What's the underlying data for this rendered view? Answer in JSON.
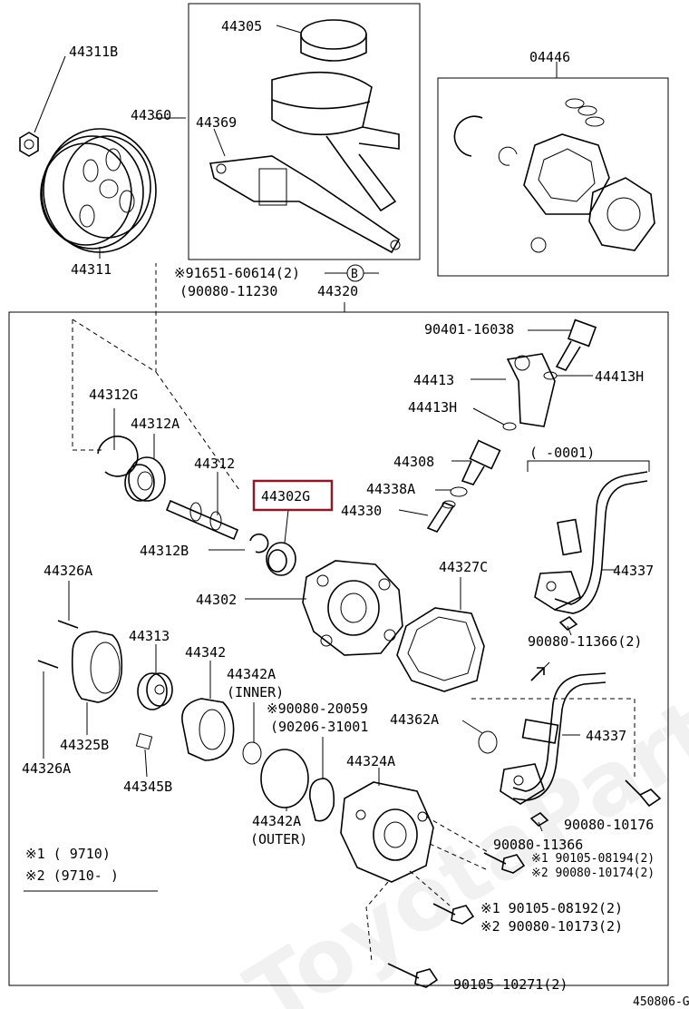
{
  "labels": {
    "p44311B": "44311B",
    "p44360": "44360",
    "p44311": "44311",
    "p44305": "44305",
    "p44369": "44369",
    "p04446": "04446",
    "ref91651": "※91651-60614(2)",
    "circleB": "B",
    "ref90080_11230": "(90080-11230",
    "p44320": "44320",
    "ref90401": "90401-16038",
    "p44413": "44413",
    "p44413H_a": "44413H",
    "p44413H_b": "44413H",
    "p44312G": "44312G",
    "p44312A": "44312A",
    "p44312": "44312",
    "p44302G": "44302G",
    "p44308": "44308",
    "p44338A": "44338A",
    "p44330": "44330",
    "range0001": "(    -0001)",
    "p44312B": "44312B",
    "p44326A_a": "44326A",
    "p44302": "44302",
    "p44327C": "44327C",
    "p44337_a": "44337",
    "ref90080_11366_2": "90080-11366(2)",
    "p44313": "44313",
    "p44342": "44342",
    "p44342A_inner": "44342A",
    "inner": "(INNER)",
    "ref90080_20059": "※90080-20059",
    "ref90206_31001": "(90206-31001",
    "p44362A": "44362A",
    "p44337_b": "44337",
    "p44325B": "44325B",
    "p44326A_b": "44326A",
    "p44345B": "44345B",
    "p44324A": "44324A",
    "p44342A_outer": "44342A",
    "outer": "(OUTER)",
    "ref90080_10176": "90080-10176",
    "ref90080_11366": "90080-11366",
    "ref90105_08194": "※1 90105-08194(2)",
    "ref90080_10174": "※2 90080-10174(2)",
    "note1": "※1 (     9710)",
    "note2": "※2 (9710-     )",
    "ref90105_08192": "※1 90105-08192(2)",
    "ref90080_10173": "※2 90080-10173(2)",
    "ref90105_10271": "90105-10271(2)",
    "diagramId": "450806-G"
  },
  "highlight_color": "#8b1a2b",
  "watermark": "ToyotaPartMine.ru"
}
